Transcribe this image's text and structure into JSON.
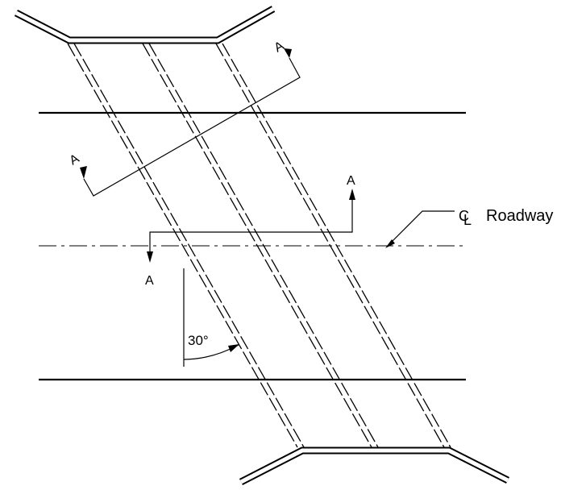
{
  "section_markers": [
    {
      "id": "upper-left",
      "letter": "A"
    },
    {
      "id": "upper-right",
      "letter": "A"
    },
    {
      "id": "center-top",
      "letter": "A"
    },
    {
      "id": "center-bottom",
      "letter": "A"
    }
  ],
  "angle_label": "30°",
  "centerline": {
    "symbol_c": "C",
    "symbol_l": "L",
    "label": "Roadway"
  }
}
